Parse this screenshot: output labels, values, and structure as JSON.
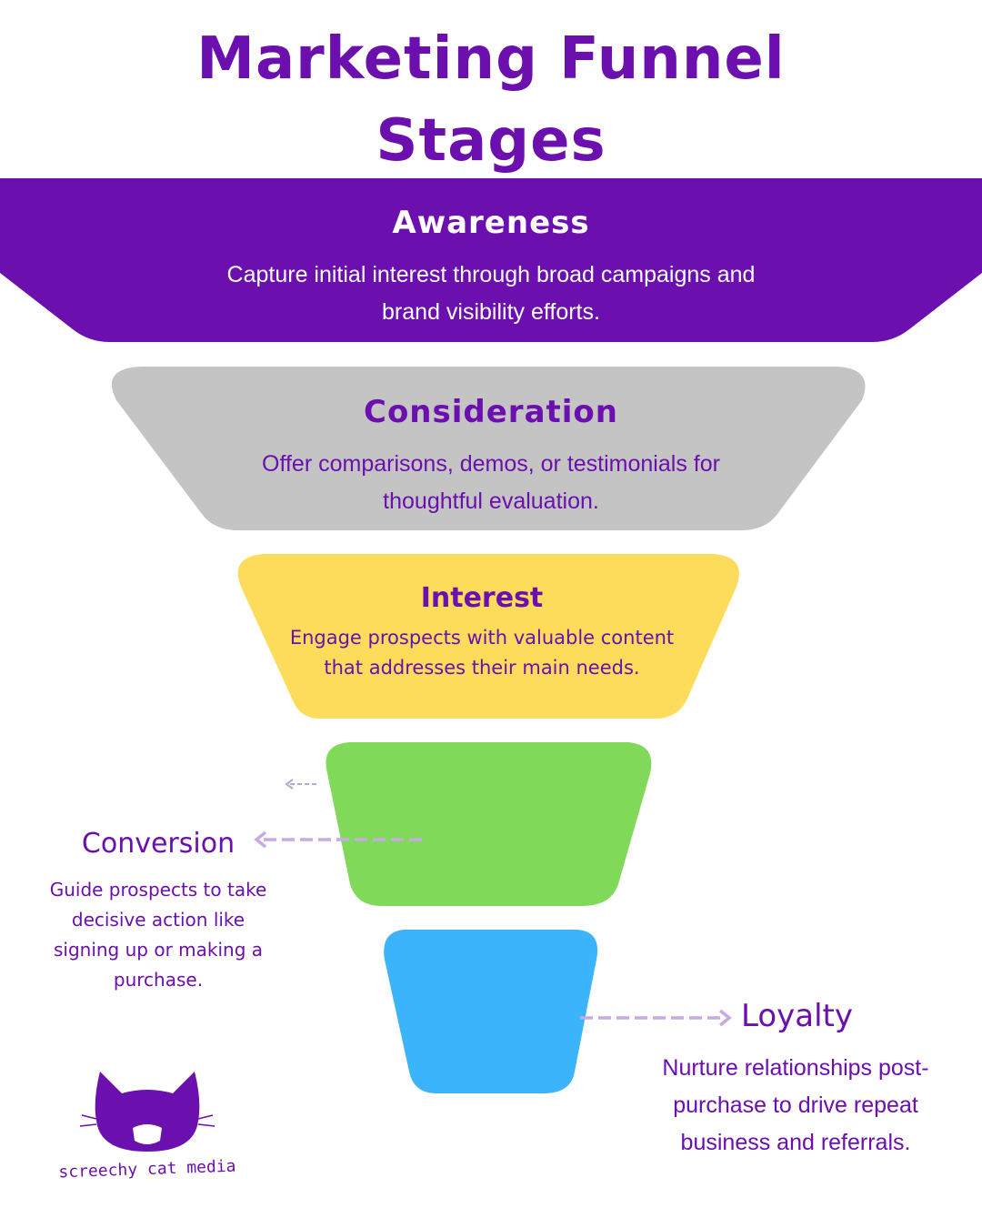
{
  "title": {
    "line1": "Marketing Funnel",
    "line2": "Stages"
  },
  "stages": [
    {
      "title": "Awareness",
      "description": "Capture initial interest through broad campaigns and brand visibility efforts.",
      "fill": "#6b0fae",
      "text_color": "#ffffff"
    },
    {
      "title": "Consideration",
      "description": "Offer comparisons, demos, or testimonials for thoughtful evaluation.",
      "fill": "#c4c4c4",
      "text_color": "#6b0fae"
    },
    {
      "title": "Interest",
      "description": "Engage prospects with valuable content that addresses their main needs.",
      "fill": "#fddc5c",
      "text_color": "#6b0fae"
    },
    {
      "title": "Conversion",
      "description": "Guide prospects to take decisive action like signing up or making a purchase.",
      "fill": "#80d959",
      "text_color": "#6b0fae"
    },
    {
      "title": "Loyalty",
      "description": "Nurture relationships post-purchase to drive repeat business and referrals.",
      "fill": "#3bb4fb",
      "text_color": "#6b0fae"
    }
  ],
  "colors": {
    "brand_purple": "#6b0fae",
    "arrow": "#c8a9e6"
  },
  "logo": {
    "icon": "cat-head-icon",
    "text": "screechy cat media"
  }
}
